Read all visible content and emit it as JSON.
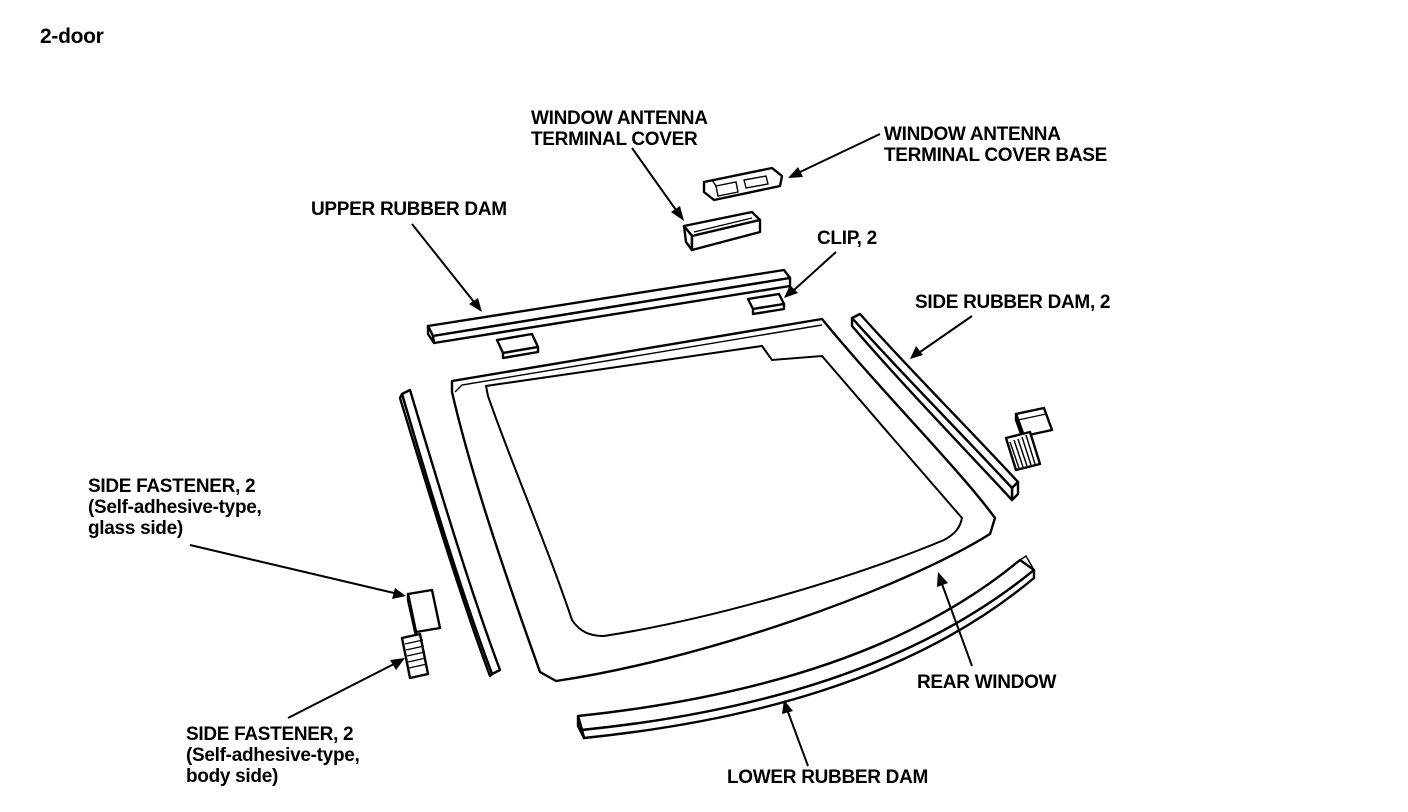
{
  "heading": "2-door",
  "labels": {
    "window_antenna_terminal_cover": [
      "WINDOW ANTENNA",
      "TERMINAL COVER"
    ],
    "window_antenna_terminal_cover_base": [
      "WINDOW ANTENNA",
      "TERMINAL COVER BASE"
    ],
    "upper_rubber_dam": "UPPER RUBBER DAM",
    "clip": "CLIP, 2",
    "side_rubber_dam": "SIDE RUBBER DAM, 2",
    "side_fastener_glass": [
      "SIDE FASTENER, 2",
      "(Self-adhesive-type,",
      "glass side)"
    ],
    "side_fastener_body": [
      "SIDE FASTENER, 2",
      "(Self-adhesive-type,",
      "body side)"
    ],
    "rear_window": "REAR WINDOW",
    "lower_rubber_dam": "LOWER RUBBER DAM"
  },
  "colors": {
    "ink": "#000000",
    "paper": "#ffffff"
  }
}
